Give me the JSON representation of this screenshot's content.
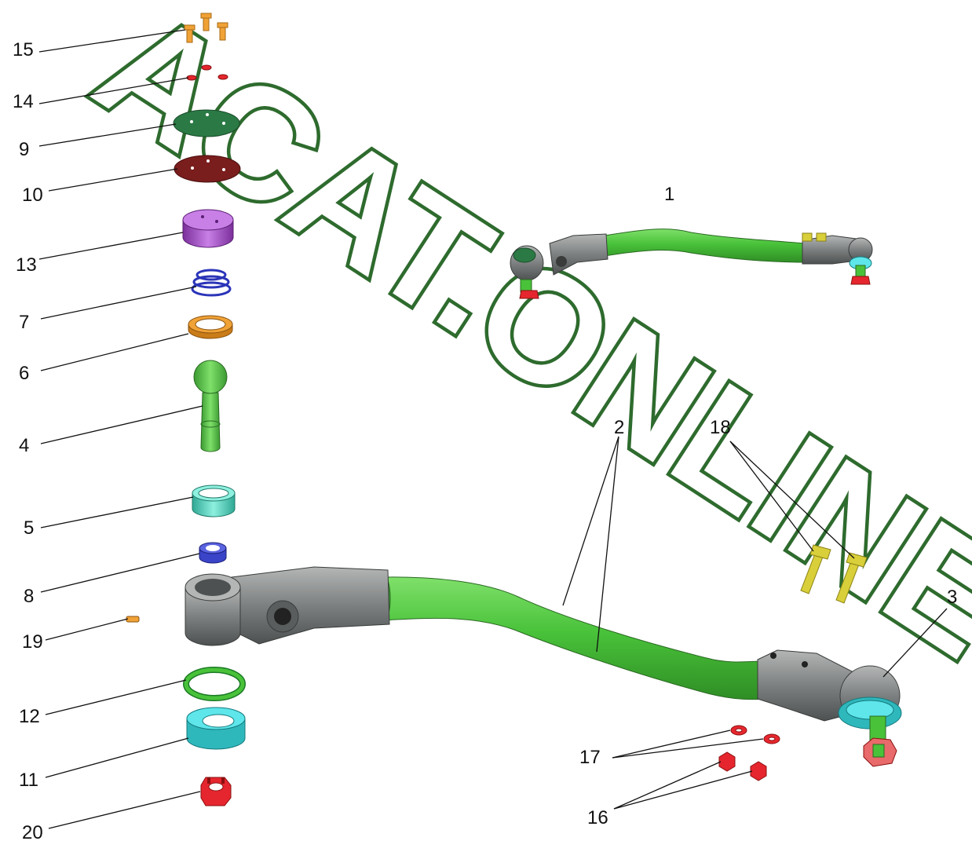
{
  "watermark": "ACAT.ONLINE",
  "colors": {
    "rod": "#49c23a",
    "rod_dark": "#2f8e25",
    "housing": "#6f7272",
    "housing_light": "#9ea0a0",
    "washer_green": "#2b7a45",
    "gasket_red": "#7a1d1d",
    "purple": "#a24fc4",
    "spring_blue": "#2b34b8",
    "orange": "#f0a236",
    "teal": "#4fd6c0",
    "cyan": "#3ed4d8",
    "red": "#e6262e",
    "yellow": "#d9cf3a",
    "watermark": "#2e6b2e"
  },
  "callouts": [
    {
      "id": "15",
      "text": "15"
    },
    {
      "id": "14",
      "text": "14"
    },
    {
      "id": "9",
      "text": "9"
    },
    {
      "id": "10",
      "text": "10"
    },
    {
      "id": "13",
      "text": "13"
    },
    {
      "id": "7",
      "text": "7"
    },
    {
      "id": "6",
      "text": "6"
    },
    {
      "id": "4",
      "text": "4"
    },
    {
      "id": "5",
      "text": "5"
    },
    {
      "id": "8",
      "text": "8"
    },
    {
      "id": "19",
      "text": "19"
    },
    {
      "id": "12",
      "text": "12"
    },
    {
      "id": "11",
      "text": "11"
    },
    {
      "id": "20",
      "text": "20"
    },
    {
      "id": "1",
      "text": "1"
    },
    {
      "id": "2",
      "text": "2"
    },
    {
      "id": "18",
      "text": "18"
    },
    {
      "id": "3",
      "text": "3"
    },
    {
      "id": "17",
      "text": "17"
    },
    {
      "id": "16",
      "text": "16"
    }
  ]
}
